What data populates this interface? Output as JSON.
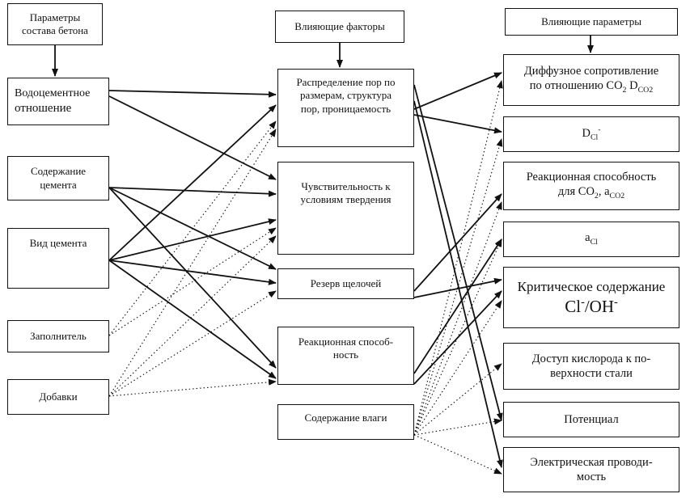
{
  "headers": {
    "params": [
      "Параметры",
      "состава бетона"
    ],
    "factors": "Влияющие факторы",
    "influencing": "Влияющие параметры"
  },
  "left": {
    "wc": [
      "Водоцементное",
      "отношение"
    ],
    "cement_content": [
      "Содержание",
      "цемента"
    ],
    "cement_type": "Вид цемента",
    "filler": "Заполнитель",
    "additives": "Добавки"
  },
  "middle": {
    "pores": [
      "Распределение пор по",
      "размерам, структура",
      "пор,  проницаемость"
    ],
    "sensitivity": [
      "Чувствительность к",
      "условиям твердения"
    ],
    "alkali": "Резерв щелочей",
    "reactivity": [
      "Реакционная способ-",
      "ность"
    ],
    "moisture": "Содержание влаги"
  },
  "right": {
    "diffusion": {
      "line1": "Диффузное сопротивление",
      "line2_text": "по отношению CO",
      "co2_sub": "2",
      "d": " D",
      "d_sub": "CO2"
    },
    "dcl": {
      "base": "D",
      "sub": "Cl",
      "sup": "-"
    },
    "reactivity_co2": {
      "line1": "Реакционная способность",
      "line2_text": "для CO",
      "co2_sub": "2",
      "a": ", a",
      "a_sub": "CO2"
    },
    "acl": {
      "base": "a",
      "sub": "Cl"
    },
    "critical": {
      "line1": "Критическое содержание",
      "cl": "Cl",
      "cl_sup": "-",
      "slash": "/OH",
      "oh_sup": "-"
    },
    "oxygen": [
      "Доступ кислорода к  по-",
      "верхности стали"
    ],
    "potential": "Потенциал",
    "conductivity": [
      "Электрическая проводи-",
      "мость"
    ]
  }
}
